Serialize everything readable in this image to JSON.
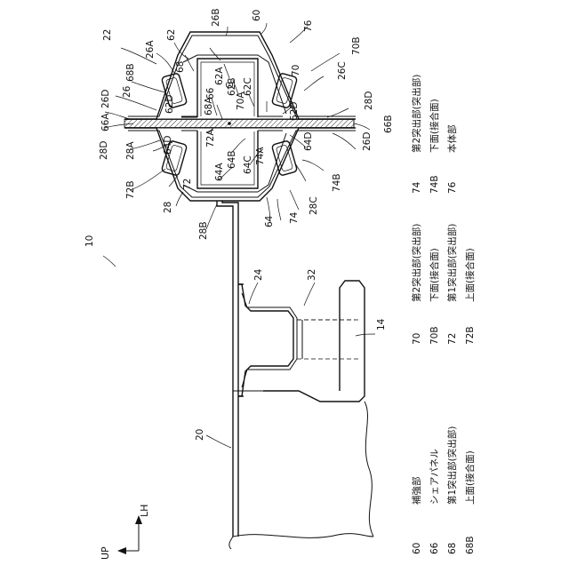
{
  "callouts": {
    "c10": "10",
    "c14": "14",
    "c20": "20",
    "c22": "22",
    "c24": "24",
    "c26": "26",
    "c26A": "26A",
    "c26C": "26C",
    "c26D_left": "26D",
    "c28": "28",
    "c28A": "28A",
    "c28B": "28B",
    "c28C": "28C",
    "c28D_left": "28D",
    "c28D_right": "28D",
    "c26D_right": "26D",
    "c32": "32",
    "c60": "60",
    "c62": "62",
    "c62A": "62A",
    "c62B": "62B",
    "c62C": "62C",
    "c62D_top": "62D",
    "c62D_mid": "62D",
    "c26B": "26B",
    "c64": "64",
    "c64A": "64A",
    "c64B": "64B",
    "c64C": "64C",
    "c64D_left": "64D",
    "c64D_right": "64D",
    "c66": "66",
    "c66A": "66A",
    "c66B": "66B",
    "c68": "68",
    "c68A": "68A",
    "c68B": "68B",
    "c70": "70",
    "c70A": "70A",
    "c70B": "70B",
    "c72": "72",
    "c72A": "72A",
    "c72B": "72B",
    "c74": "74",
    "c74A": "74A",
    "c74B": "74B",
    "c76": "76",
    "cG": "G"
  },
  "axes": {
    "up": "UP",
    "lh": "LH"
  },
  "legend": {
    "col1": [
      {
        "num": "60",
        "text": "補強部"
      },
      {
        "num": "66",
        "text": "シェアパネル"
      },
      {
        "num": "68",
        "text": "第1突出部(突出部)"
      },
      {
        "num": "68B",
        "text": "上面(接合面)"
      }
    ],
    "col2": [
      {
        "num": "70",
        "text": "第2突出部(突出部)"
      },
      {
        "num": "70B",
        "text": "下面(接合面)"
      },
      {
        "num": "72",
        "text": "第1突出部(突出部)"
      },
      {
        "num": "72B",
        "text": "上面(接合面)"
      }
    ],
    "col3": [
      {
        "num": "74",
        "text": "第2突出部(突出部)"
      },
      {
        "num": "74B",
        "text": "下面(接合面)"
      },
      {
        "num": "76",
        "text": "本体部"
      }
    ]
  }
}
